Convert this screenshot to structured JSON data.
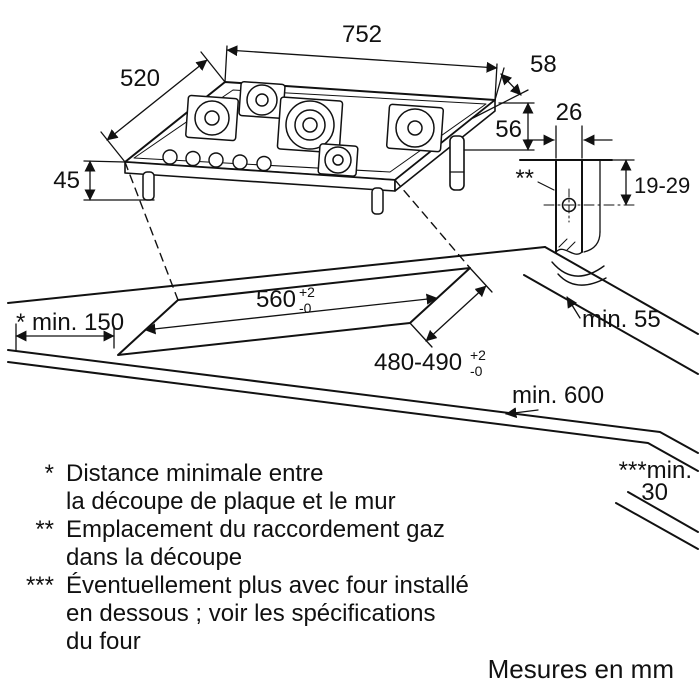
{
  "diagram": {
    "hob": {
      "dim_width": "752",
      "dim_depth": "520",
      "dim_height_left": "45",
      "dim_edge_right": "58",
      "dim_height_right": "56"
    },
    "gas_detail": {
      "marker": "**",
      "dim_offset": "26",
      "dim_depth": "19-29"
    },
    "worktop": {
      "cutout_width": "560",
      "cutout_width_tol_plus": "+2",
      "cutout_width_tol_minus": "-0",
      "cutout_depth": "480-490",
      "cutout_depth_tol_plus": "+2",
      "cutout_depth_tol_minus": "-0",
      "min_rear": "min. 55",
      "min_wall": "* min. 150",
      "min_depth": "min. 600",
      "min_clearance_line1": "***min.",
      "min_clearance_line2": "30"
    }
  },
  "footnotes": [
    {
      "marker": "*",
      "lines": [
        "Distance minimale entre",
        "la découpe de plaque et le mur"
      ]
    },
    {
      "marker": "**",
      "lines": [
        "Emplacement du raccordement gaz",
        "dans la découpe"
      ]
    },
    {
      "marker": "***",
      "lines": [
        "Éventuellement plus avec four installé",
        "en dessous ; voir les spécifications",
        "du four"
      ]
    }
  ],
  "units_note": "Mesures en mm",
  "colors": {
    "line": "#111111",
    "background": "#ffffff"
  }
}
